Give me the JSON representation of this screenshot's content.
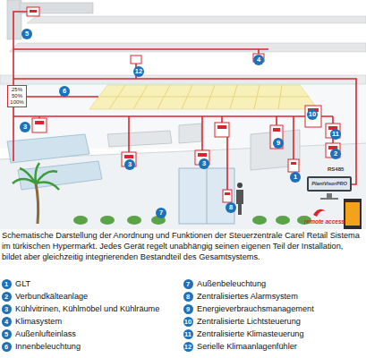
{
  "diagram": {
    "caption": "Schematische Darstellung der Anordnung und Funktionen der Steuerzentrale Carel Retail Sistema im türkischen Hypermarkt. Jedes Gerät regelt unabhängig seinen eigenen Teil der Installation, bildet aber gleichzeitig integrierenden Bestandteil des Gesamtsystems.",
    "nodes": [
      {
        "text": [
          "25% 50% 100%"
        ]
      },
      {
        "text": [
          "PlantVisorPRO"
        ]
      }
    ],
    "labels": [
      "5",
      "4",
      "12",
      "6",
      "3",
      "10",
      "9",
      "11",
      "2",
      "RS485",
      "3",
      "3",
      "1",
      "remote access",
      "8",
      "7",
      "1",
      "2",
      "3",
      "4",
      "5",
      "6",
      "7",
      "8",
      "9",
      "10",
      "11",
      "12"
    ],
    "legend": [
      {
        "text": "GLT"
      },
      {
        "text": "Verbundkälteanlage"
      },
      {
        "text": "Kühlvitrinen, Kühlmöbel und Kühlräume"
      },
      {
        "text": "Klimasystem"
      },
      {
        "text": "Außenlufteinlass"
      },
      {
        "text": "Innenbeleuchtung"
      },
      {
        "text": "Außenbeleuchtung"
      },
      {
        "text": "Zentralisiertes Alarmsystem"
      },
      {
        "text": "Energieverbrauchsmanagement"
      },
      {
        "text": "Zentralisierte Lichtsteuerung"
      },
      {
        "text": "Zentralisierte Klimasteuerung"
      },
      {
        "text": "Serielle Klimaanlagenfühler"
      }
    ]
  }
}
